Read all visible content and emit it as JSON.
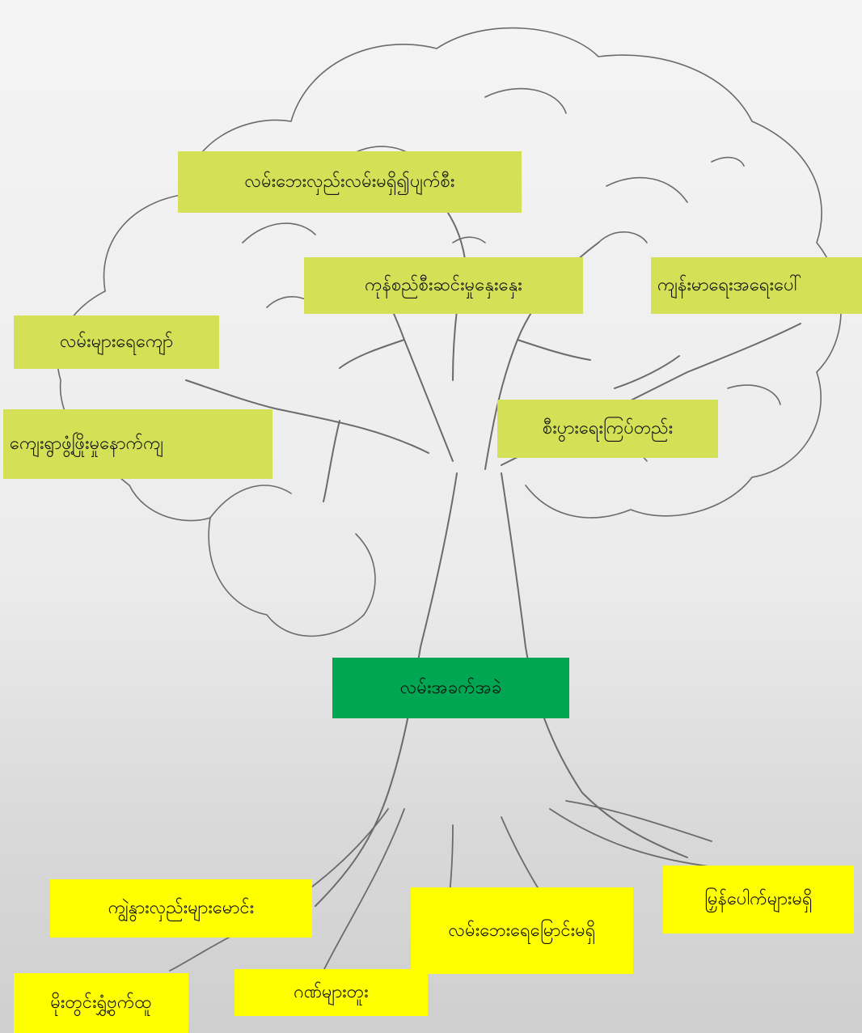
{
  "diagram": {
    "core_problem": "လမ်းအခက်အခဲ",
    "effects": [
      "လမ်းဘေးလှည်းလမ်းမရှိ၍ပျက်စီး",
      "ကုန်စည်စီးဆင်းမှုနှေးနှေး",
      "ကျန်းမာရေးအရေးပေါ်",
      "လမ်းများရေကျော်",
      "ကျေးရွာဖွံ့ဖြိုးမှုနောက်ကျ",
      "စီးပွားရေးကြပ်တည်း"
    ],
    "causes": [
      "ကျွဲနွားလှည်းများမောင်း",
      "လမ်းဘေးရေမြောင်းမရှိ",
      "မြှန်ပေါက်များမရှိ",
      "မိုးတွင်းရွှံ့ဗွက်ထူ",
      "ဂဏ်များတူး"
    ]
  },
  "colors": {
    "effect_box": "#d4e157",
    "cause_box": "#ffff00",
    "core_box": "#00a651",
    "pencil": "#6b6b6b"
  }
}
